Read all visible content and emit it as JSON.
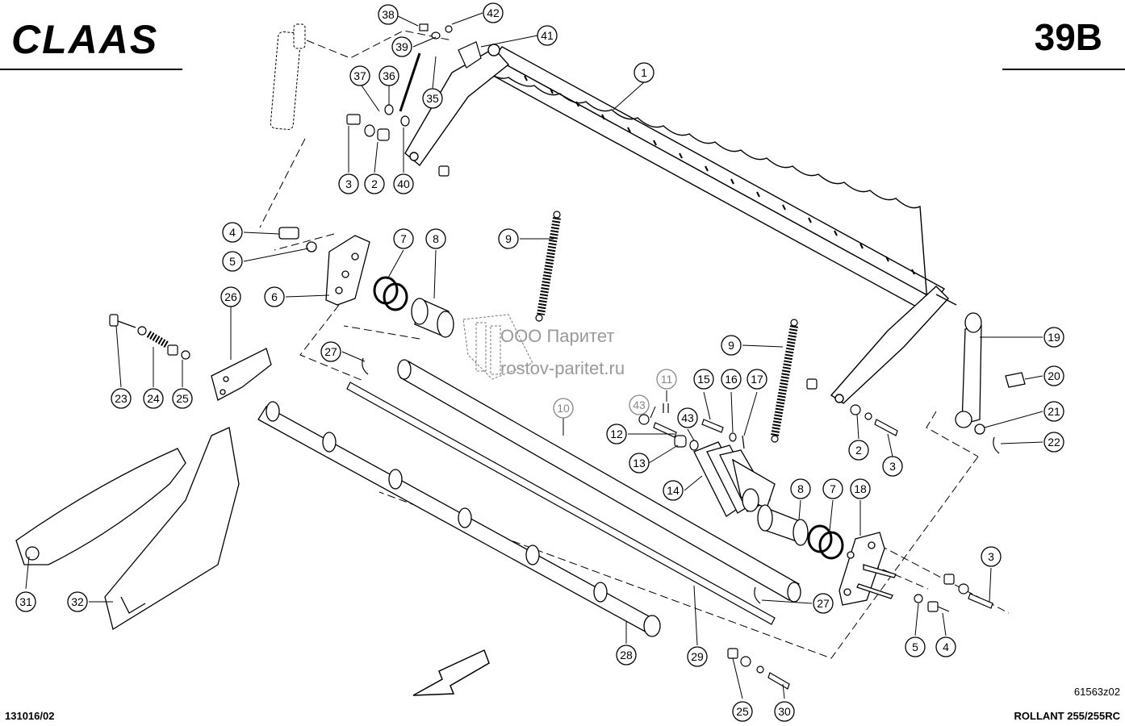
{
  "header": {
    "brand": "CLAAS",
    "page_code": "39B"
  },
  "footer": {
    "doc_number": "131016/02",
    "figure_code": "61563z02",
    "model": "ROLLANT 255/255RC"
  },
  "watermark": {
    "line1": "ООО Паритет",
    "line2": "rostov-paritet.ru"
  },
  "callouts": [
    {
      "id": "c38",
      "label": "38"
    },
    {
      "id": "c42",
      "label": "42"
    },
    {
      "id": "c39",
      "label": "39"
    },
    {
      "id": "c41",
      "label": "41"
    },
    {
      "id": "c37",
      "label": "37"
    },
    {
      "id": "c36",
      "label": "36"
    },
    {
      "id": "c35",
      "label": "35"
    },
    {
      "id": "c1",
      "label": "1"
    },
    {
      "id": "c3a",
      "label": "3"
    },
    {
      "id": "c2a",
      "label": "2"
    },
    {
      "id": "c40",
      "label": "40"
    },
    {
      "id": "c4a",
      "label": "4"
    },
    {
      "id": "c5a",
      "label": "5"
    },
    {
      "id": "c6",
      "label": "6"
    },
    {
      "id": "c7a",
      "label": "7"
    },
    {
      "id": "c8a",
      "label": "8"
    },
    {
      "id": "c9a",
      "label": "9"
    },
    {
      "id": "c26",
      "label": "26"
    },
    {
      "id": "c27a",
      "label": "27"
    },
    {
      "id": "c23",
      "label": "23"
    },
    {
      "id": "c24",
      "label": "24"
    },
    {
      "id": "c25a",
      "label": "25"
    },
    {
      "id": "c10",
      "label": "10"
    },
    {
      "id": "c11",
      "label": "11"
    },
    {
      "id": "c43a",
      "label": "43"
    },
    {
      "id": "c12",
      "label": "12"
    },
    {
      "id": "c13",
      "label": "13"
    },
    {
      "id": "c43b",
      "label": "43"
    },
    {
      "id": "c15",
      "label": "15"
    },
    {
      "id": "c16",
      "label": "16"
    },
    {
      "id": "c17",
      "label": "17"
    },
    {
      "id": "c9b",
      "label": "9"
    },
    {
      "id": "c19",
      "label": "19"
    },
    {
      "id": "c20",
      "label": "20"
    },
    {
      "id": "c21",
      "label": "21"
    },
    {
      "id": "c22",
      "label": "22"
    },
    {
      "id": "c2b",
      "label": "2"
    },
    {
      "id": "c3b",
      "label": "3"
    },
    {
      "id": "c14",
      "label": "14"
    },
    {
      "id": "c8b",
      "label": "8"
    },
    {
      "id": "c7b",
      "label": "7"
    },
    {
      "id": "c18",
      "label": "18"
    },
    {
      "id": "c3c",
      "label": "3"
    },
    {
      "id": "c27b",
      "label": "27"
    },
    {
      "id": "c5b",
      "label": "5"
    },
    {
      "id": "c4b",
      "label": "4"
    },
    {
      "id": "c31",
      "label": "31"
    },
    {
      "id": "c32",
      "label": "32"
    },
    {
      "id": "c28",
      "label": "28"
    },
    {
      "id": "c29",
      "label": "29"
    },
    {
      "id": "c25b",
      "label": "25"
    },
    {
      "id": "c30",
      "label": "30"
    }
  ]
}
